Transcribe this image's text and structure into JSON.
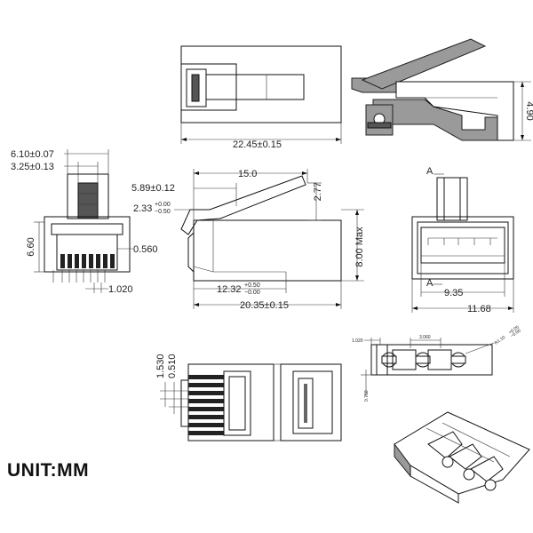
{
  "unit_label": "UNIT:MM",
  "dims": {
    "top_length": "22.45±0.15",
    "side_height": "4.90",
    "front_w1": "6.10±0.07",
    "front_w2": "3.25±0.13",
    "front_h": "6.60",
    "front_slot": "0.560",
    "front_pitch": "1.020",
    "side_top": "15.0",
    "side_latch": "5.89±0.12",
    "side_latch_h": "2.77",
    "side_step": "2.33",
    "side_step_tol_up": "+0.00",
    "side_step_tol_dn": "−0.50",
    "side_height_max": "8.00 Max",
    "side_contact": "12.32",
    "side_contact_tol_up": "+0.50",
    "side_contact_tol_dn": "−0.00",
    "side_length": "20.35±0.15",
    "back_label_a_top": "A",
    "back_label_a_bottom": "A",
    "back_inner": "9.35",
    "back_outer": "11.68",
    "bottom_v1": "1.530",
    "bottom_v2": "0.510",
    "detail_left": "1.020",
    "detail_pitch": "3.060",
    "detail_radius": "R1.10",
    "detail_radius_tol_up": "+0.05",
    "detail_radius_tol_dn": "−0.00",
    "detail_height": "0.750"
  }
}
